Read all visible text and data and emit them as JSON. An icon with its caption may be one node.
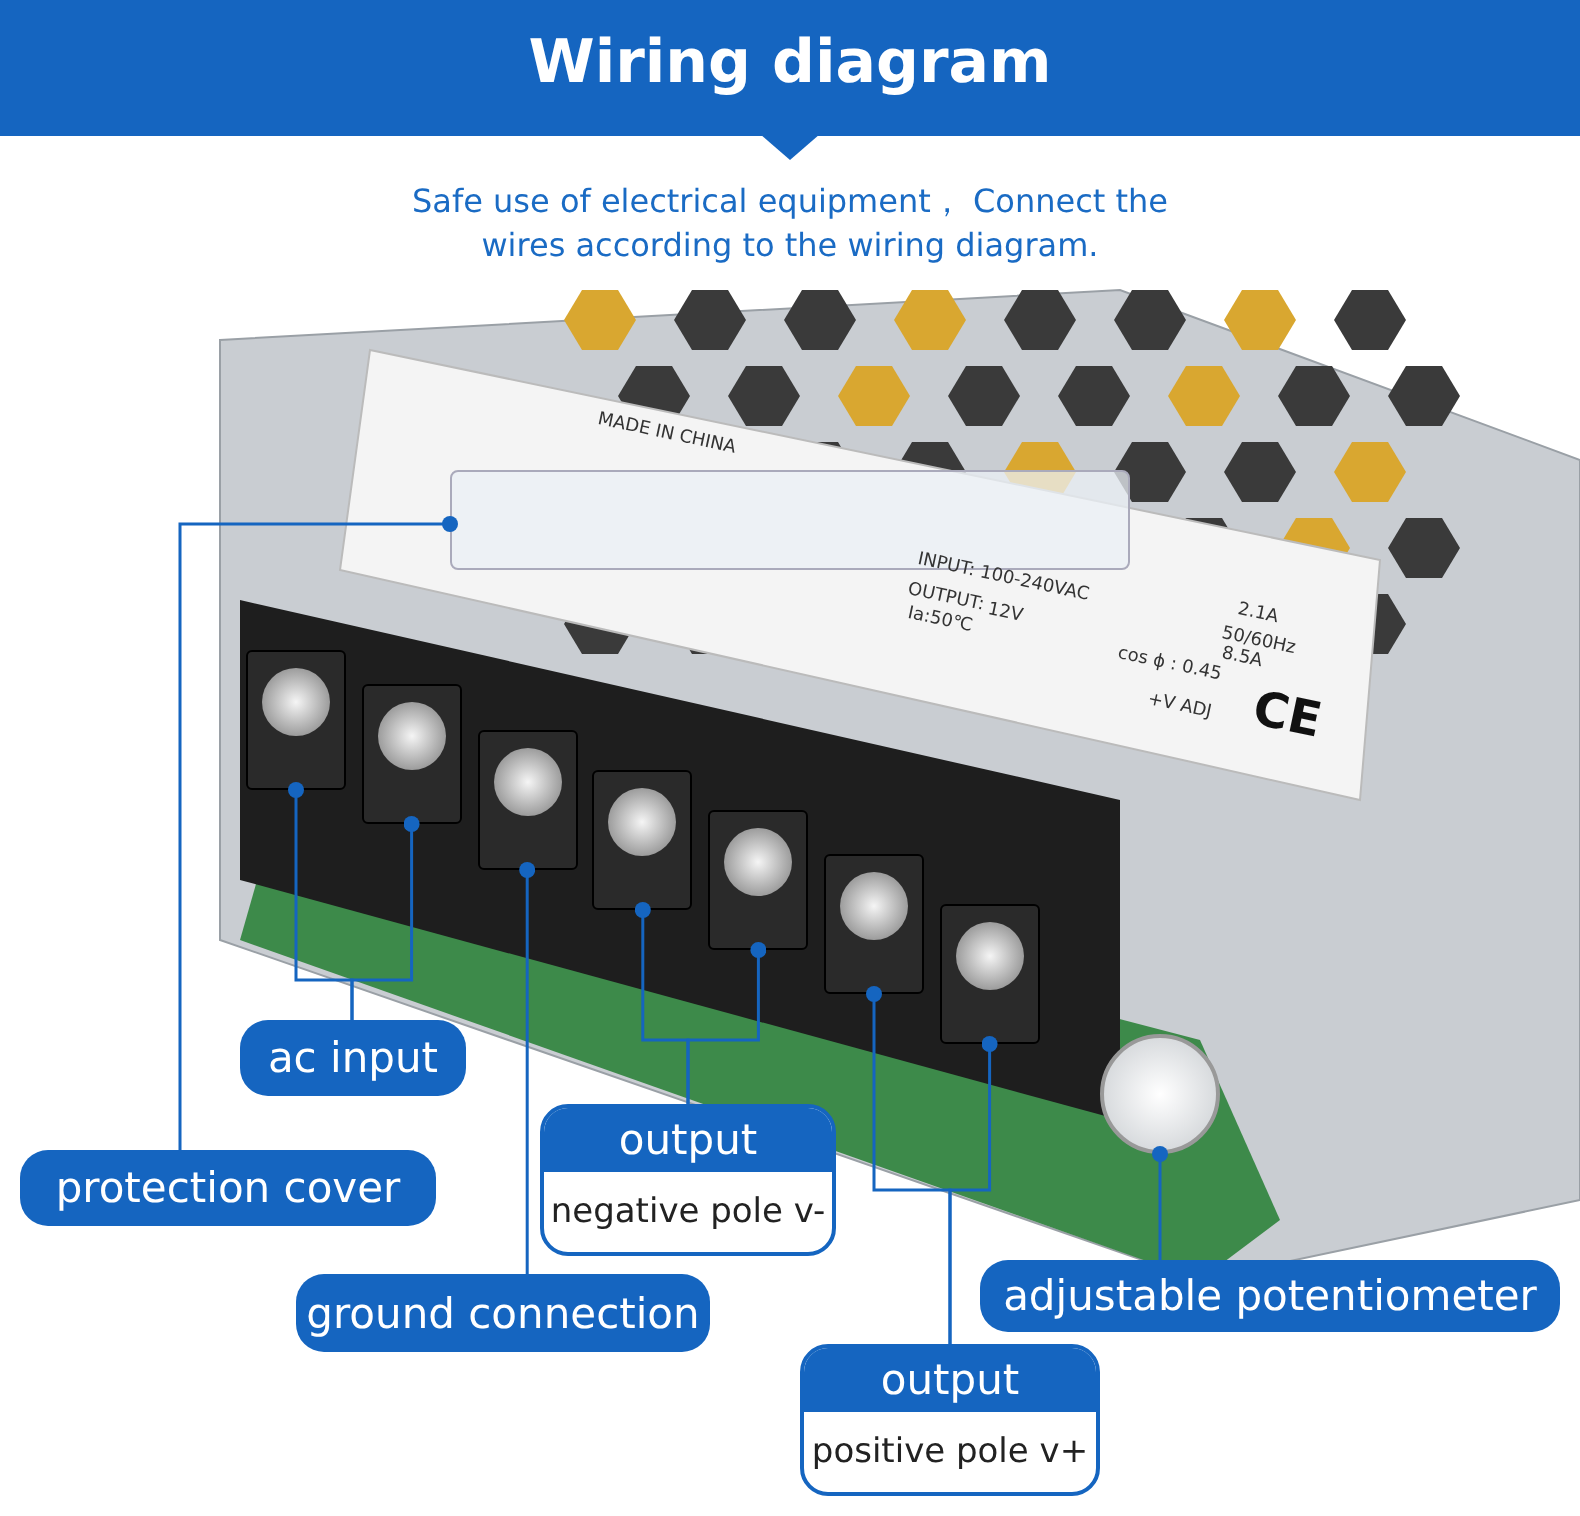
{
  "diagram": {
    "title": "Wiring diagram",
    "nodes": [
      {
        "text": [],
        "shape": "box"
      },
      {
        "text": [],
        "shape": "box"
      },
      {
        "text": [],
        "shape": "box"
      },
      {
        "text": [],
        "shape": "box"
      },
      {
        "text": [],
        "shape": "box"
      },
      {
        "text": [],
        "shape": "box"
      },
      {
        "text": [],
        "shape": "box"
      },
      {
        "text": [],
        "shape": "box"
      },
      {
        "text": [],
        "shape": "circle"
      },
      {
        "text": [
          "ac input"
        ]
      },
      {
        "text": [
          "protection cover"
        ]
      },
      {
        "text": [
          "output",
          "negative pole v-"
        ]
      },
      {
        "text": [
          "ground connection"
        ]
      },
      {
        "text": [
          "adjustable potentiometer"
        ]
      },
      {
        "text": [
          "output",
          "positive pole v+"
        ]
      }
    ],
    "edges": [
      {
        "from": 9,
        "to": 1,
        "arrow": "other"
      },
      {
        "from": 9,
        "to": 2,
        "arrow": "other"
      },
      {
        "from": 10,
        "to": 0,
        "arrow": "other"
      },
      {
        "from": 11,
        "to": 4,
        "arrow": "other"
      },
      {
        "from": 11,
        "to": 5,
        "arrow": "other"
      },
      {
        "from": 12,
        "to": 3,
        "arrow": "other"
      },
      {
        "from": 13,
        "to": 8,
        "arrow": "other"
      },
      {
        "from": 14,
        "to": 6,
        "arrow": "other"
      },
      {
        "from": 14,
        "to": 7,
        "arrow": "other"
      }
    ],
    "labels": [
      "Safe use of electrical equipment， Connect the wires according to the wiring diagram.",
      "MADE IN CHINA",
      "INPUT: 100-240VAC",
      "2.1A",
      "OUTPUT:",
      "12V",
      "50/60Hz",
      "Ia:50℃",
      "8.5A",
      "cos ϕ : 0.45",
      "CE",
      "+V ADJ"
    ]
  }
}
